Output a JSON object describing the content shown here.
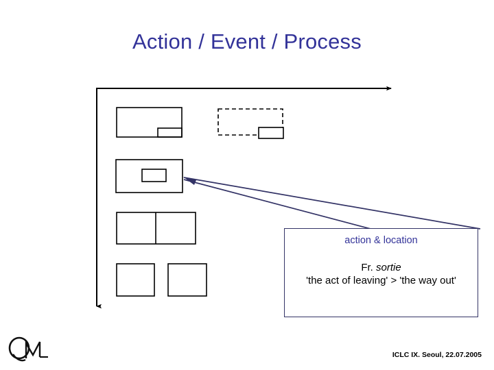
{
  "slide": {
    "title": "Action / Event / Process",
    "background_color": "#ffffff",
    "accent_color": "#333399"
  },
  "diagram": {
    "name": "action-event-process-schema",
    "axis": {
      "horizontal_arrow_label": "",
      "vertical_arrow_label": "",
      "stroke_color": "#000000"
    },
    "shapes": [
      {
        "id": "row1-left",
        "style": "solid",
        "label": "",
        "sub_shape": "bottom-right-inset"
      },
      {
        "id": "row1-right",
        "style": "dashed",
        "label": "",
        "sub_shape": "bottom-right-overlap"
      },
      {
        "id": "row2",
        "style": "solid",
        "label": "",
        "sub_shape": "centered-inset"
      },
      {
        "id": "row3",
        "style": "solid-split",
        "label": "",
        "sub_shape": "two-adjacent-cells"
      },
      {
        "id": "row4",
        "style": "solid-pair",
        "label": "",
        "sub_shape": "two-separated-cells"
      }
    ],
    "connector": {
      "name": "callout-pointer",
      "color": "#333366",
      "from": "callout-box",
      "to": "row2"
    }
  },
  "callout": {
    "heading": "action & location",
    "language_label": "Fr.",
    "language_word": "sortie",
    "gloss": "'the act of leaving' > 'the way out'",
    "heading_color": "#333399",
    "border_color": "#333366"
  },
  "footer": {
    "credit": "ICLC IX. Seoul, 22.07.2005"
  },
  "logo": {
    "name": "qm-logo",
    "text": "QM"
  }
}
